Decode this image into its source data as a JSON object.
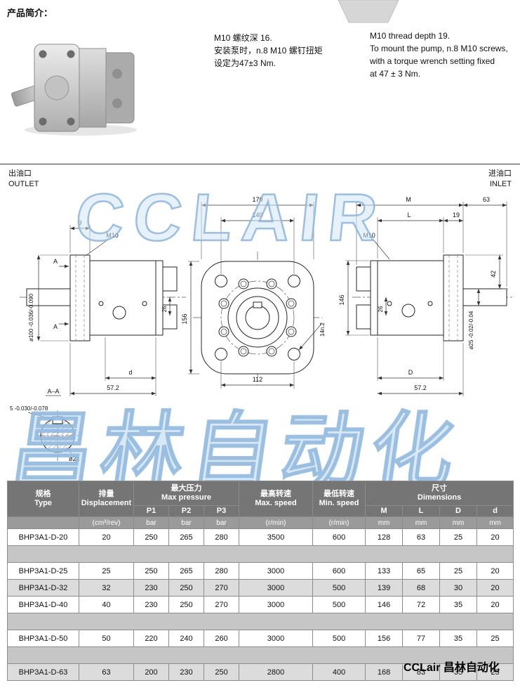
{
  "page": {
    "intro_label": "产品简介：",
    "footer_brand": "CCLair 昌林自动化",
    "watermark_latin": "CCLAIR",
    "watermark_cjk": "昌林自动化",
    "accent_blue": "#9dc3e6"
  },
  "notes": {
    "cn_line1": "M10 螺纹深 16.",
    "cn_line2": "安装泵时，n.8 M10 螺钉扭矩",
    "cn_line3": "设定为47±3 Nm.",
    "en_line1": "M10 thread depth 19.",
    "en_line2": "To mount the pump, n.8 M10 screws,",
    "en_line3": "with a torque wrench setting fixed",
    "en_line4": "at 47 ± 3 Nm."
  },
  "ports": {
    "outlet_cn": "出油口",
    "outlet_en": "OUTLET",
    "inlet_cn": "进油口",
    "inlet_en": "INLET"
  },
  "drawing": {
    "left": {
      "dim9": "9",
      "m10": "M10",
      "a": "A",
      "dia100": "ø100 -0.036/-0.090",
      "dim26": "26",
      "dim_d": "d",
      "dim572": "57.2"
    },
    "front": {
      "dim170": "170",
      "dim140": "140",
      "dim156": "156",
      "dim14n2": "14n.2",
      "dim112": "112"
    },
    "right": {
      "dimM": "M",
      "dim63": "63",
      "dimL": "L",
      "dim19": "19",
      "m10": "M10",
      "dim42": "42",
      "dim146": "146",
      "dim26": "26",
      "dia25": "ø25 -0.02/-0.04",
      "dimD": "D",
      "dim572": "57.2"
    },
    "section": {
      "label": "A–A",
      "dim5": "5 -0.030/-0.078",
      "dia21": "ø21"
    }
  },
  "table": {
    "headers": {
      "type": {
        "cn": "规格",
        "en": "Type"
      },
      "displacement": {
        "cn": "排量",
        "en": "Displacement"
      },
      "max_pressure": {
        "cn": "最大压力",
        "en": "Max pressure"
      },
      "max_speed": {
        "cn": "最高转速",
        "en": "Max. speed"
      },
      "min_speed": {
        "cn": "最低转速",
        "en": "Min. speed"
      },
      "dimensions": {
        "cn": "尺寸",
        "en": "Dimensions"
      },
      "sub": [
        "P1",
        "P2",
        "P3",
        "M",
        "L",
        "D",
        "d"
      ],
      "units": [
        "(cm³/rev)",
        "bar",
        "bar",
        "bar",
        "(r/min)",
        "(r/min)",
        "mm",
        "mm",
        "mm",
        "mm"
      ]
    },
    "rows": [
      {
        "cells": [
          "BHP3A1-D-20",
          "20",
          "250",
          "265",
          "280",
          "3500",
          "600",
          "128",
          "63",
          "25",
          "20"
        ],
        "shaded": false
      },
      {
        "spacer": true
      },
      {
        "cells": [
          "BHP3A1-D-25",
          "25",
          "250",
          "265",
          "280",
          "3000",
          "600",
          "133",
          "65",
          "25",
          "20"
        ],
        "shaded": false
      },
      {
        "cells": [
          "BHP3A1-D-32",
          "32",
          "230",
          "250",
          "270",
          "3000",
          "500",
          "139",
          "68",
          "30",
          "20"
        ],
        "shaded": true
      },
      {
        "cells": [
          "BHP3A1-D-40",
          "40",
          "230",
          "250",
          "270",
          "3000",
          "500",
          "146",
          "72",
          "35",
          "20"
        ],
        "shaded": false
      },
      {
        "spacer": true
      },
      {
        "cells": [
          "BHP3A1-D-50",
          "50",
          "220",
          "240",
          "260",
          "3000",
          "500",
          "156",
          "77",
          "35",
          "25"
        ],
        "shaded": false
      },
      {
        "spacer": true
      },
      {
        "cells": [
          "BHP3A1-D-63",
          "63",
          "200",
          "230",
          "250",
          "2800",
          "400",
          "168",
          "83",
          "35",
          "25"
        ],
        "shaded": true
      }
    ]
  }
}
